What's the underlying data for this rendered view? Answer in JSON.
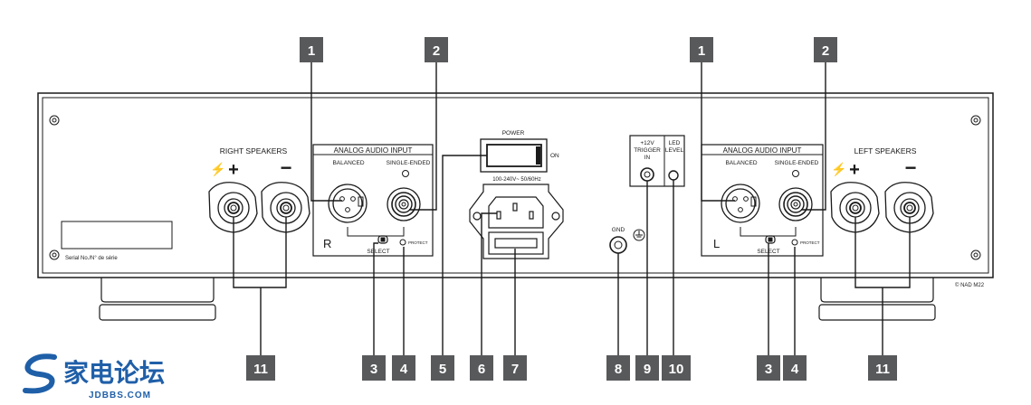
{
  "callouts": {
    "c1": "1",
    "c2": "2",
    "c3": "3",
    "c4": "4",
    "c5": "5",
    "c6": "6",
    "c7": "7",
    "c8": "8",
    "c9": "9",
    "c10": "10",
    "c11": "11"
  },
  "panel": {
    "right_speakers": "RIGHT SPEAKERS",
    "left_speakers": "LEFT SPEAKERS",
    "analog_audio_input": "ANALOG AUDIO INPUT",
    "balanced": "BALANCED",
    "single_ended": "SINGLE-ENDED",
    "channel_r": "R",
    "channel_l": "L",
    "select": "SELECT",
    "protect": "PROTECT",
    "power": "POWER",
    "on": "ON",
    "voltage": "100-240V~ 50/60Hz",
    "trigger_line1": "+12V",
    "trigger_line2": "TRIGGER",
    "trigger_line3": "IN",
    "led_line1": "LED",
    "led_line2": "LEVEL",
    "gnd": "GND",
    "serial": "Serial No./N° de série",
    "copyright": "© NAD  M22",
    "plus": "+",
    "minus": "−"
  },
  "watermark": {
    "brand": "家电论坛",
    "url": "JDBBS.COM"
  },
  "colors": {
    "badge": "#58595b",
    "line": "#1a1a1a",
    "logo_blue": "#1f5fa8"
  }
}
